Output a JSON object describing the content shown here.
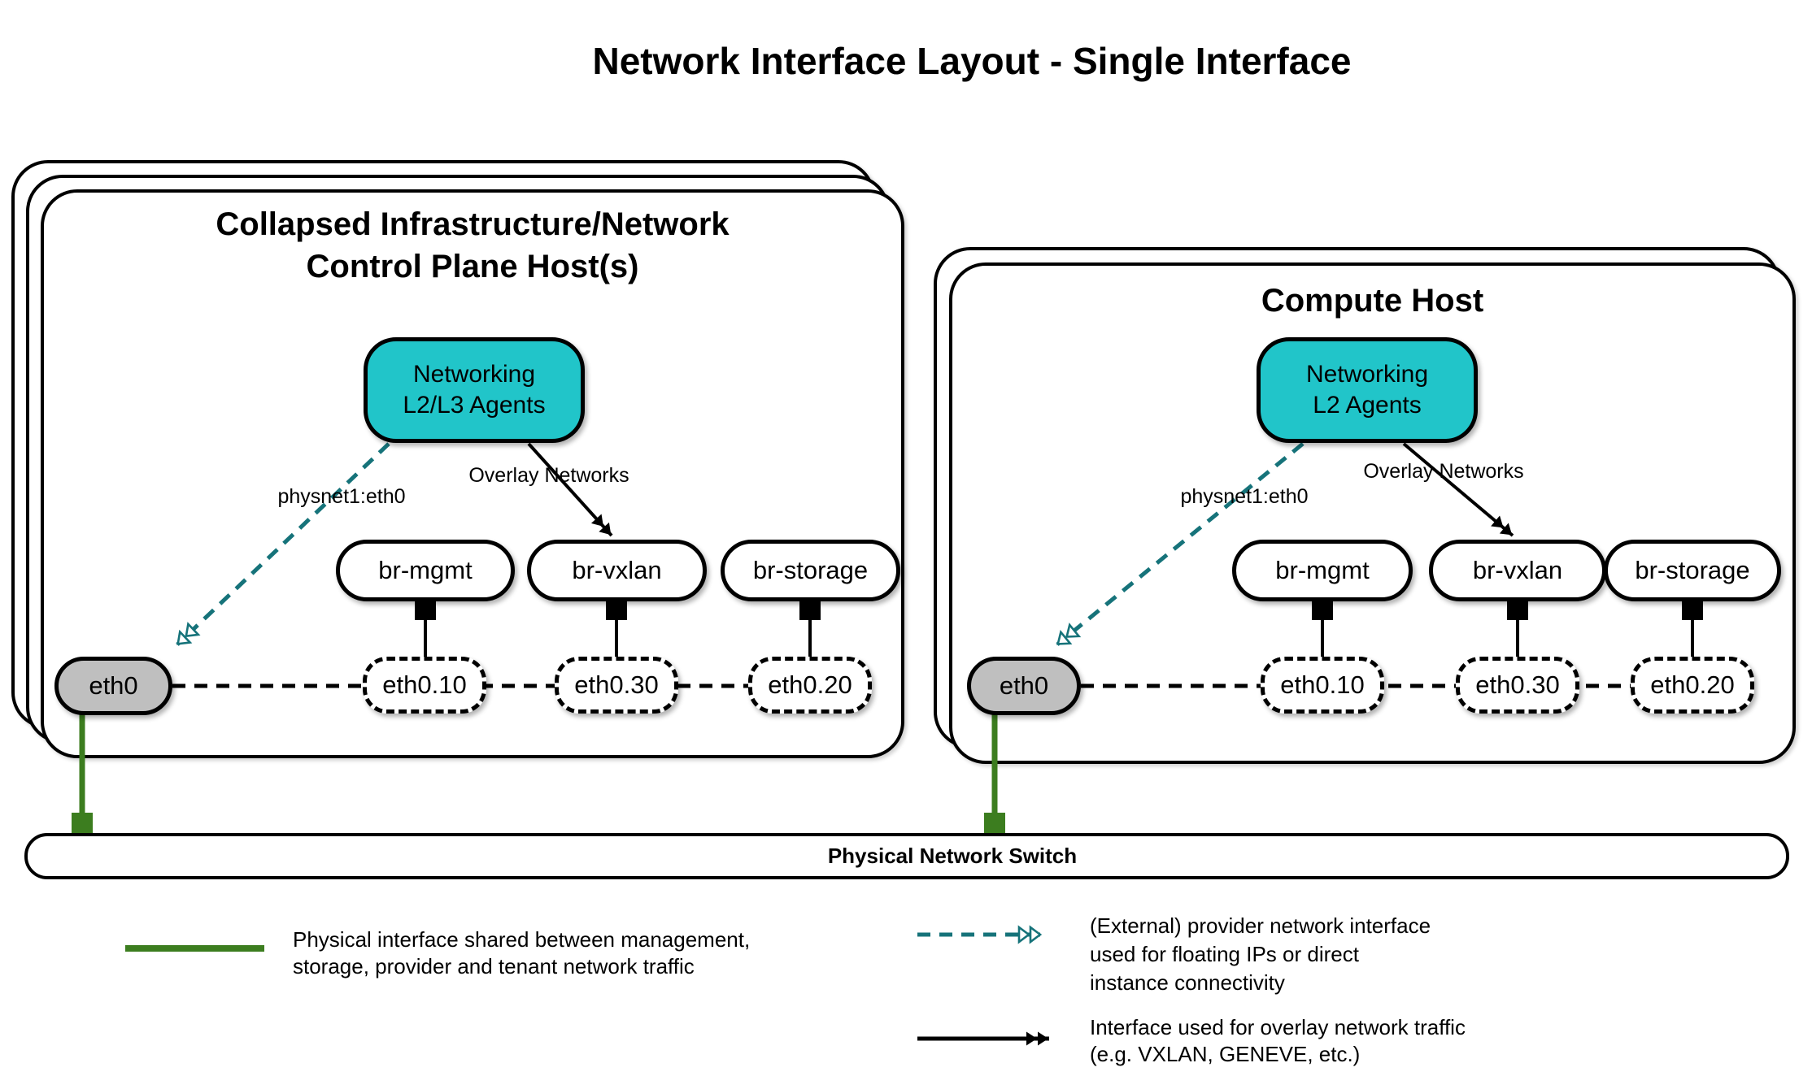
{
  "title": "Network Interface Layout - Single Interface",
  "left_host": {
    "title_line1": "Collapsed Infrastructure/Network",
    "title_line2": "Control Plane Host(s)",
    "agent_line1": "Networking",
    "agent_line2": "L2/L3 Agents",
    "provider_label": "physnet1:eth0",
    "overlay_label": "Overlay Networks",
    "bridges": [
      "br-mgmt",
      "br-vxlan",
      "br-storage"
    ],
    "vlans": [
      "eth0.10",
      "eth0.30",
      "eth0.20"
    ],
    "phys_if": "eth0"
  },
  "right_host": {
    "title": "Compute Host",
    "agent_line1": "Networking",
    "agent_line2": "L2 Agents",
    "provider_label": "physnet1:eth0",
    "overlay_label": "Overlay Networks",
    "bridges": [
      "br-mgmt",
      "br-vxlan",
      "br-storage"
    ],
    "vlans": [
      "eth0.10",
      "eth0.30",
      "eth0.20"
    ],
    "phys_if": "eth0"
  },
  "switch": {
    "label": "Physical Network Switch"
  },
  "legend": {
    "physical_line1": "Physical interface shared between management,",
    "physical_line2": "storage, provider and tenant network traffic",
    "provider_line1": "(External) provider network interface",
    "provider_line2": "used for floating IPs or direct",
    "provider_line3": "instance connectivity",
    "overlay_line1": "Interface used for overlay network traffic",
    "overlay_line2": "(e.g. VXLAN, GENEVE, etc.)"
  },
  "colors": {
    "agent_fill": "#21c5c9",
    "provider_line": "#16737a",
    "physical_line": "#3c7d1f",
    "phys_if_fill": "#bfbfbf"
  }
}
